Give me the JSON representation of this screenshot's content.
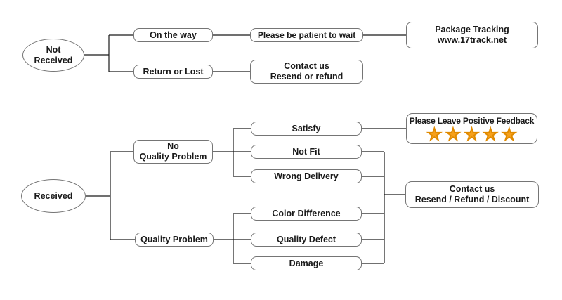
{
  "colors": {
    "background": "#ffffff",
    "box_border": "#757575",
    "connector_line": "#1a1a1a",
    "text": "#1a1a1a",
    "star_fill": "#F6A01A",
    "star_outline": "#E08A00"
  },
  "flowchart": {
    "not_received": {
      "line1": "Not",
      "line2": "Received"
    },
    "on_the_way": {
      "label": "On the way"
    },
    "please_be_patient": {
      "label": "Please be patient to wait"
    },
    "package_tracking": {
      "line1": "Package Tracking",
      "line2": "www.17track.net"
    },
    "return_or_lost": {
      "label": "Return or Lost"
    },
    "contact_us_resend_refund": {
      "line1": "Contact us",
      "line2": "Resend or refund"
    },
    "received": {
      "label": "Received"
    },
    "no_quality_problem": {
      "line1": "No",
      "line2": "Quality Problem"
    },
    "quality_problem": {
      "label": "Quality Problem"
    },
    "satisfy": {
      "label": "Satisfy"
    },
    "not_fit": {
      "label": "Not Fit"
    },
    "wrong_delivery": {
      "label": "Wrong Delivery"
    },
    "color_difference": {
      "label": "Color Difference"
    },
    "quality_defect": {
      "label": "Quality Defect"
    },
    "damage": {
      "label": "Damage"
    },
    "positive_feedback": {
      "label": "Please Leave Positive Feedback",
      "star_count": 5,
      "star_icon": "★"
    },
    "contact_us_options": {
      "line1": "Contact us",
      "line2": "Resend / Refund / Discount"
    }
  }
}
